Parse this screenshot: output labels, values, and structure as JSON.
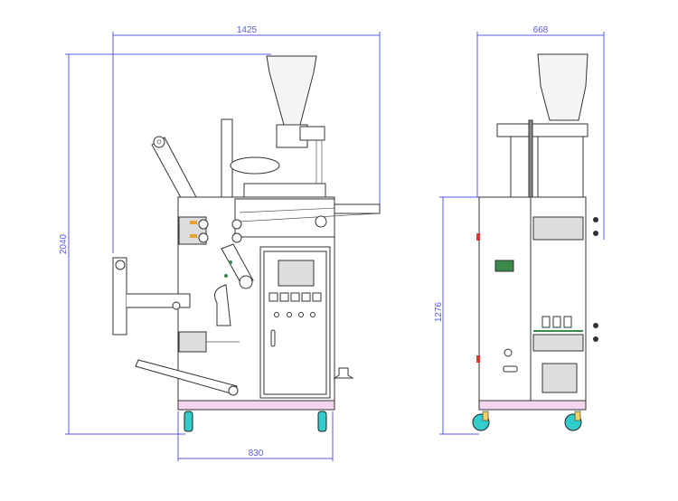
{
  "front_view": {
    "dimensions": {
      "overall_width": "1425",
      "overall_height": "2040",
      "base_width": "830"
    }
  },
  "side_view": {
    "dimensions": {
      "overall_depth": "668",
      "body_height": "1276"
    }
  },
  "colors": {
    "dimension_line": "#5a5ae0",
    "base": "#f3d6ee",
    "wheel": "#33cccc",
    "green_part": "#3a8a4a"
  }
}
